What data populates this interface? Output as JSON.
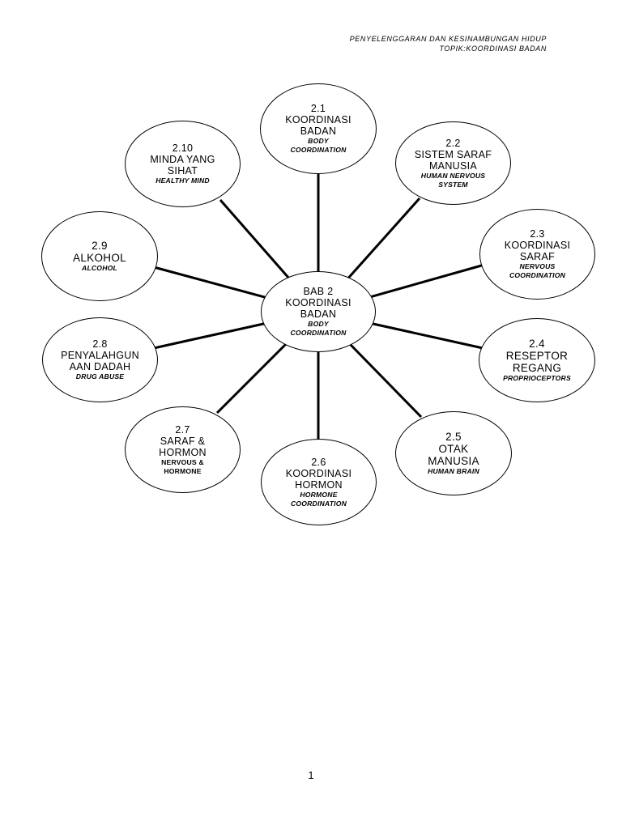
{
  "header": {
    "line1": "PENYELENGGARAN DAN KESINAMBUNGAN HIDUP",
    "line2": "TOPIK:KOORDINASI BADAN"
  },
  "center": {
    "label": "BAB 2\nKOORDINASI\nBADAN",
    "english": "BODY\nCOORDINATION"
  },
  "nodes": [
    {
      "label": "2.1\nKOORDINASI\nBADAN",
      "english": "BODY\nCOORDINATION"
    },
    {
      "label": "2.2\nSISTEM SARAF\nMANUSIA",
      "english": "HUMAN NERVOUS\nSYSTEM"
    },
    {
      "label": "2.3\nKOORDINASI\nSARAF",
      "english": "NERVOUS\nCOORDINATION"
    },
    {
      "label": "2.4\nRESEPTOR\nREGANG",
      "english": "PROPRIOCEPTORS"
    },
    {
      "label": "2.5\nOTAK\nMANUSIA",
      "english": "HUMAN BRAIN"
    },
    {
      "label": "2.6\nKOORDINASI\nHORMON",
      "english": "HORMONE\nCOORDINATION"
    },
    {
      "label": "2.7\nSARAF &\nHORMON",
      "english": "NERVOUS &\nHORMONE"
    },
    {
      "label": "2.8\nPENYALAHGUN\nAAN DADAH",
      "english": "DRUG ABUSE"
    },
    {
      "label": "2.9\nALKOHOL",
      "english": "ALCOHOL"
    },
    {
      "label": "2.10\nMINDA YANG\nSIHAT",
      "english": "HEALTHY MIND"
    }
  ],
  "page_number": "1"
}
